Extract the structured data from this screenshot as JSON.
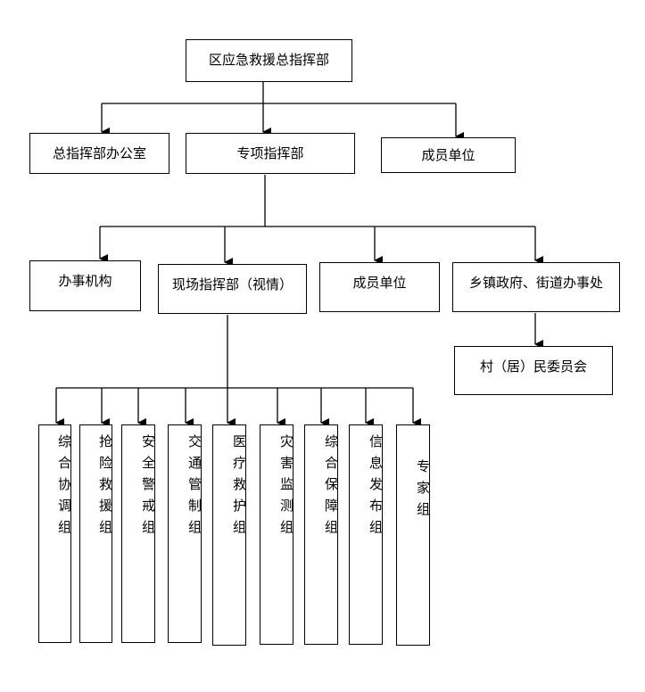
{
  "title": "区应急救援总指挥部",
  "level1": [
    "总指挥部办公室",
    "专项指挥部",
    "成员单位"
  ],
  "level2": [
    "办事机构",
    "现场指挥部（视情）",
    "成员单位",
    "乡镇政府、街道办事处"
  ],
  "village": "村（居）民委员会",
  "groups": [
    "综合协调组",
    "抢险救援组",
    "安全警戒组",
    "交通管制组",
    "医疗救护组",
    "灾害监测组",
    "综合保障组",
    "信息发布组",
    "专家组"
  ],
  "colors": {
    "line": "#000000",
    "background": "#ffffff"
  }
}
